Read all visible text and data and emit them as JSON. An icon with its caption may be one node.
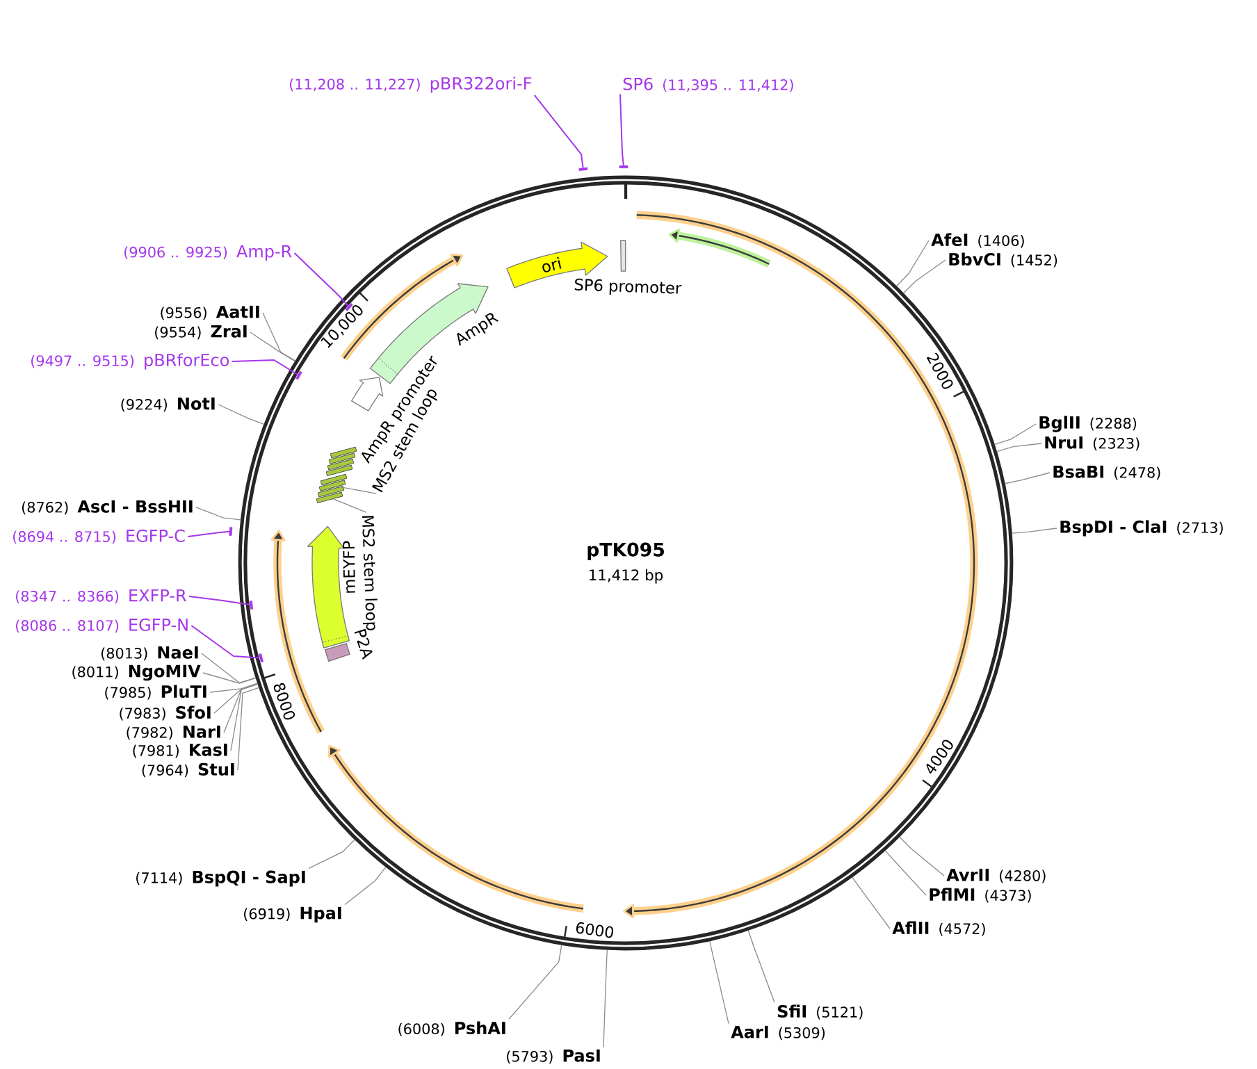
{
  "diagram": {
    "nodes": [
      {
        "text": [
          "pTK095",
          "11,412 bp"
        ]
      },
      {
        "text": [
          "ori"
        ],
        "in": 0
      },
      {
        "text": [
          "SP6 promoter"
        ],
        "in": 0
      },
      {
        "text": [
          "AmpR"
        ],
        "in": 0
      },
      {
        "text": [
          "AmpR promoter"
        ],
        "in": 0
      },
      {
        "text": [
          "MS2 stem loop"
        ],
        "in": 0
      },
      {
        "text": [],
        "shape": "bar",
        "in": 0
      },
      {
        "text": [],
        "shape": "bar",
        "in": 0
      },
      {
        "text": [],
        "shape": "bar",
        "in": 0
      },
      {
        "text": [],
        "shape": "bar",
        "in": 0
      },
      {
        "text": [],
        "shape": "bar",
        "in": 0
      },
      {
        "text": [],
        "shape": "bar",
        "in": 0
      },
      {
        "text": [],
        "shape": "bar",
        "in": 0
      },
      {
        "text": [],
        "shape": "bar",
        "in": 0
      },
      {
        "text": [
          "mEYFP"
        ],
        "in": 0
      },
      {
        "text": [
          "MS2 stem loop"
        ],
        "in": 0
      },
      {
        "text": [
          "P2A"
        ],
        "in": 0
      },
      {
        "text": [
          "(11,208 .. 11,227)",
          "pBR322ori-F"
        ]
      },
      {
        "text": [
          "SP6",
          "(11,395 .. 11,412)"
        ]
      },
      {
        "text": [
          "AfeI",
          "(1406)"
        ]
      },
      {
        "text": [
          "(9906 .. 9925)",
          "Amp-R"
        ]
      },
      {
        "text": [
          "BbvCI",
          "(1452)"
        ]
      },
      {
        "text": [
          "(9556)",
          "AatII"
        ]
      },
      {
        "text": [
          "(9554)",
          "ZraI"
        ]
      },
      {
        "text": [
          "(9497 .. 9515)",
          "pBRforEco"
        ]
      },
      {
        "text": [
          "(9224)",
          "NotI"
        ]
      },
      {
        "text": [
          "BglII",
          "(2288)"
        ]
      },
      {
        "text": [
          "NruI",
          "(2323)"
        ]
      },
      {
        "text": [
          "BsaBI",
          "(2478)"
        ]
      },
      {
        "text": [
          "(8762)",
          "AscI - BssHII"
        ]
      },
      {
        "text": [
          "BspDI - ClaI",
          "(2713)"
        ]
      },
      {
        "text": [
          "(8694 .. 8715)",
          "EGFP-C"
        ]
      },
      {
        "text": [
          "(8347 .. 8366)",
          "EXFP-R"
        ]
      },
      {
        "text": [
          "(8086 .. 8107)",
          "EGFP-N"
        ]
      },
      {
        "text": [
          "(8013)",
          "NaeI"
        ]
      },
      {
        "text": [
          "(8011)",
          "NgoMIV"
        ]
      },
      {
        "text": [
          "(7985)",
          "PluTI"
        ]
      },
      {
        "text": [
          "(7983)",
          "SfoI"
        ]
      },
      {
        "text": [
          "(7982)",
          "NarI"
        ]
      },
      {
        "text": [
          "(7981)",
          "KasI"
        ]
      },
      {
        "text": [
          "(7964)",
          "StuI"
        ]
      },
      {
        "text": [
          "AvrII",
          "(4280)"
        ]
      },
      {
        "text": [
          "(7114)",
          "BspQI - SapI"
        ]
      },
      {
        "text": [
          "PflMI",
          "(4373)"
        ]
      },
      {
        "text": [
          "(6919)",
          "HpaI"
        ]
      },
      {
        "text": [
          "AflII",
          "(4572)"
        ]
      },
      {
        "text": [
          "SfiI",
          "(5121)"
        ]
      },
      {
        "text": [
          "(6008)",
          "PshAI"
        ]
      },
      {
        "text": [
          "AarI",
          "(5309)"
        ]
      },
      {
        "text": [
          "(5793)",
          "PasI"
        ]
      },
      {
        "text": [],
        "shape": "bar"
      },
      {
        "text": [],
        "shape": "bar"
      },
      {
        "text": [],
        "shape": "bar",
        "in": 0
      },
      {
        "text": [],
        "shape": "bar",
        "in": 0
      },
      {
        "text": [],
        "shape": "bar"
      },
      {
        "text": [],
        "shape": "bar",
        "in": 0
      },
      {
        "text": [],
        "shape": "bar",
        "in": 0
      }
    ],
    "edges": [
      {
        "from": 5,
        "to": 11,
        "arrow": "none"
      },
      {
        "from": 15,
        "to": 13,
        "arrow": "none"
      },
      {
        "from": 17,
        "to": 50,
        "arrow": "none",
        "color": "#a537eb"
      },
      {
        "from": 18,
        "to": 51,
        "arrow": "none",
        "color": "#a537eb"
      },
      {
        "from": 19,
        "to": 0,
        "arrow": "none"
      },
      {
        "from": 20,
        "to": 52,
        "arrow": "none",
        "color": "#a537eb"
      },
      {
        "from": 21,
        "to": 0,
        "arrow": "none"
      },
      {
        "from": 22,
        "to": 0,
        "arrow": "none"
      },
      {
        "from": 23,
        "to": 0,
        "arrow": "none"
      },
      {
        "from": 24,
        "to": 53,
        "arrow": "none",
        "color": "#a537eb"
      },
      {
        "from": 25,
        "to": 0,
        "arrow": "none"
      },
      {
        "from": 26,
        "to": 0,
        "arrow": "none"
      },
      {
        "from": 27,
        "to": 0,
        "arrow": "none"
      },
      {
        "from": 28,
        "to": 0,
        "arrow": "none"
      },
      {
        "from": 29,
        "to": 0,
        "arrow": "none"
      },
      {
        "from": 30,
        "to": 0,
        "arrow": "none"
      },
      {
        "from": 31,
        "to": 54,
        "arrow": "none",
        "color": "#a537eb"
      },
      {
        "from": 32,
        "to": 55,
        "arrow": "none",
        "color": "#a537eb"
      },
      {
        "from": 33,
        "to": 56,
        "arrow": "none",
        "color": "#a537eb"
      },
      {
        "from": 34,
        "to": 0,
        "arrow": "none"
      },
      {
        "from": 35,
        "to": 0,
        "arrow": "none"
      },
      {
        "from": 36,
        "to": 0,
        "arrow": "none"
      },
      {
        "from": 37,
        "to": 0,
        "arrow": "none"
      },
      {
        "from": 38,
        "to": 0,
        "arrow": "none"
      },
      {
        "from": 39,
        "to": 0,
        "arrow": "none"
      },
      {
        "from": 40,
        "to": 0,
        "arrow": "none"
      },
      {
        "from": 41,
        "to": 0,
        "arrow": "none"
      },
      {
        "from": 42,
        "to": 0,
        "arrow": "none"
      },
      {
        "from": 43,
        "to": 0,
        "arrow": "none"
      },
      {
        "from": 44,
        "to": 0,
        "arrow": "none"
      },
      {
        "from": 45,
        "to": 0,
        "arrow": "none"
      },
      {
        "from": 46,
        "to": 0,
        "arrow": "none"
      },
      {
        "from": 47,
        "to": 0,
        "arrow": "none"
      },
      {
        "from": 48,
        "to": 0,
        "arrow": "none"
      },
      {
        "from": 49,
        "to": 0,
        "arrow": "none"
      }
    ],
    "labels": [
      "10,000",
      "2000",
      "8000",
      "4000",
      "6000"
    ]
  }
}
